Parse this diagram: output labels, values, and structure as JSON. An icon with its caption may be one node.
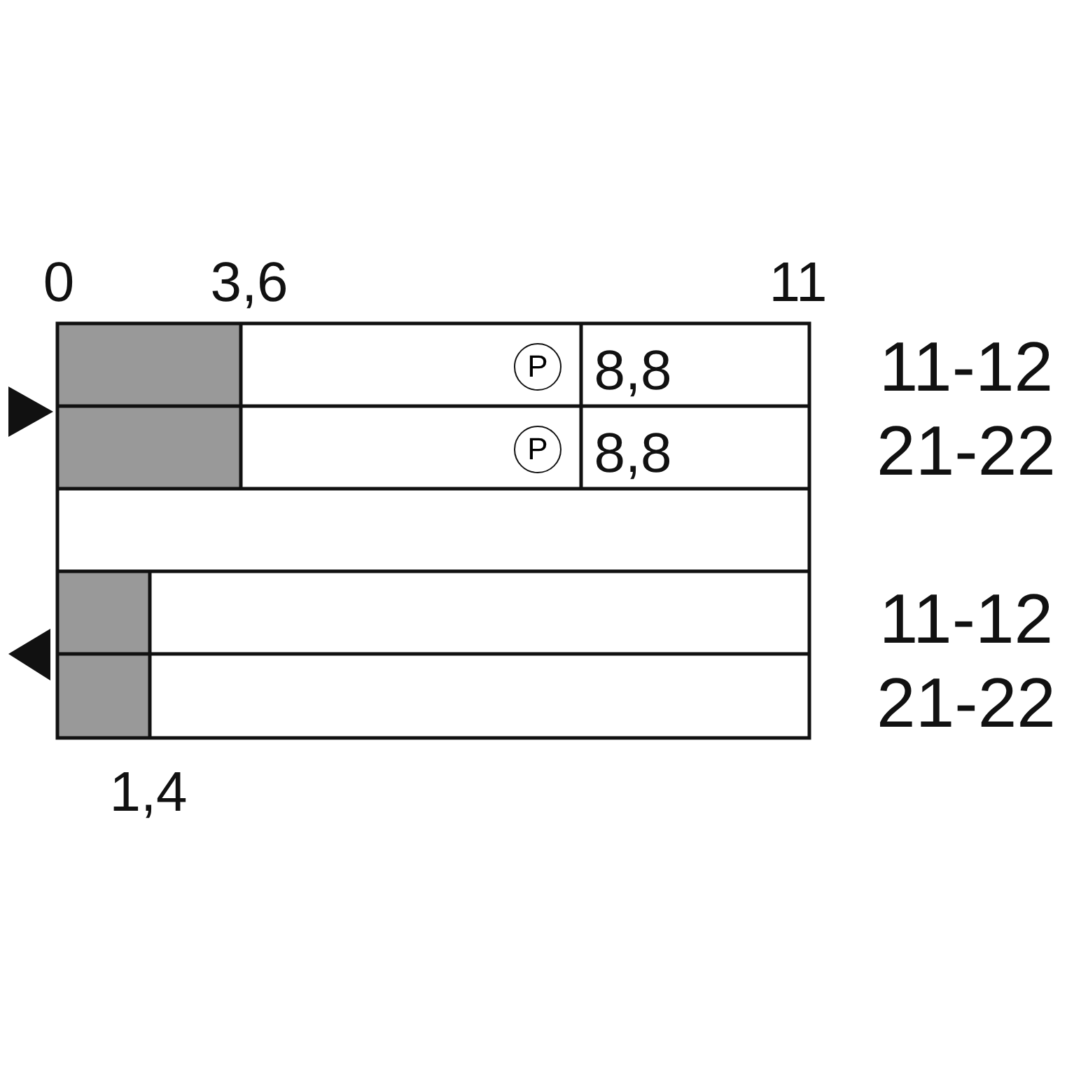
{
  "diagram": {
    "nodes": [
      {
        "text": [
          "P"
        ]
      },
      {
        "text": [
          "P"
        ]
      }
    ],
    "labels": [
      "0",
      "3,6",
      "11",
      "8,8",
      "11-12",
      "8,8",
      "21-22",
      "11-12",
      "21-22",
      "1,4"
    ]
  }
}
